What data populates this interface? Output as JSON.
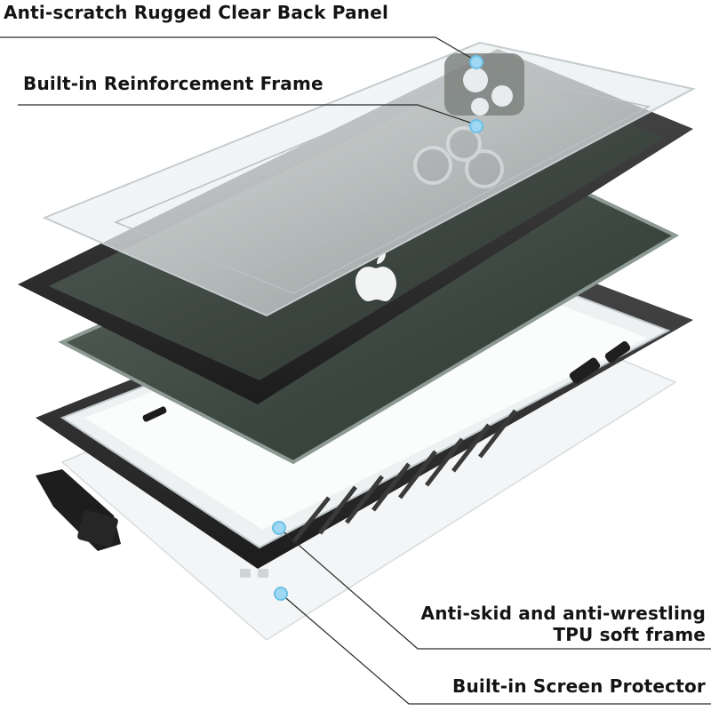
{
  "callouts": {
    "back_panel": "Anti-scratch Rugged Clear Back Panel",
    "reinforcement_frame": "Built-in Reinforcement Frame",
    "tpu_frame_line1": "Anti-skid and anti-wrestling",
    "tpu_frame_line2": "TPU soft frame",
    "screen_protector": "Built-in Screen Protector"
  },
  "colors": {
    "frame": "#2b2b2b",
    "phone_body": "#3f4a44",
    "callout_dot": "#9fd8f2",
    "text": "#141414"
  },
  "icons": [
    "apple-logo-icon",
    "camera-lens-icon"
  ]
}
